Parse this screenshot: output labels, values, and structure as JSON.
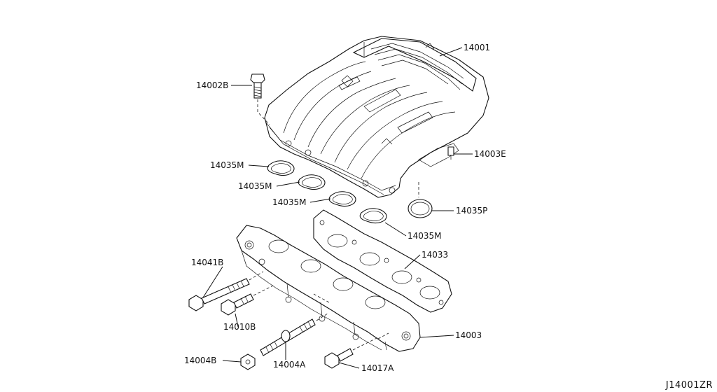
{
  "reference": "J14001ZR",
  "labels": {
    "p14001": "14001",
    "p14002b": "14002B",
    "p14003e": "14003E",
    "p14035m_1": "14035M",
    "p14035m_2": "14035M",
    "p14035m_3": "14035M",
    "p14035m_4": "14035M",
    "p14035p": "14035P",
    "p14033": "14033",
    "p14041b": "14041B",
    "p14010b": "14010B",
    "p14003": "14003",
    "p14004b": "14004B",
    "p14004a": "14004A",
    "p14017a": "14017A"
  }
}
